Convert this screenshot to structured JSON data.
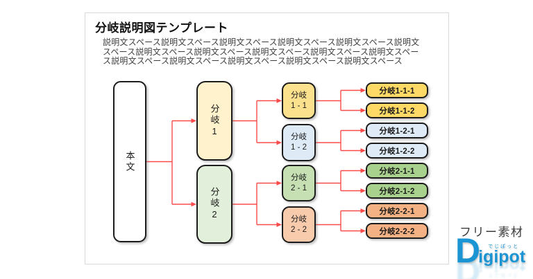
{
  "page": {
    "title": "分岐説明図テンプレート",
    "description_lines": [
      "説明文スペース説明文スペース説明文スペース説明文スペース説明文スペース説明文",
      "スペース説明文スペース説明文スペース説明文スペース説明文スペース説明文スペー",
      "ス説明文スペース説明文スペース説明文スペース説明文スペース説明文スペース"
    ]
  },
  "diagram": {
    "root": {
      "label": "本文",
      "fill": "#ffffff"
    },
    "level1": [
      {
        "label": "分岐1",
        "fill": "#FFF2CC"
      },
      {
        "label": "分岐2",
        "fill": "#E2EFDA"
      }
    ],
    "level2": [
      {
        "line1": "分岐",
        "line2": "1 - 1",
        "fill": "#FBE08E"
      },
      {
        "line1": "分岐",
        "line2": "1 - 2",
        "fill": "#DEEAF6"
      },
      {
        "line1": "分岐",
        "line2": "2 - 1",
        "fill": "#C6E0B4"
      },
      {
        "line1": "分岐",
        "line2": "2 - 2",
        "fill": "#F8CBAD"
      }
    ],
    "leaves": [
      {
        "label": "分岐1-1-1",
        "fill": "#FFD966"
      },
      {
        "label": "分岐1-1-2",
        "fill": "#FFD966"
      },
      {
        "label": "分岐1-2-1",
        "fill": "#DEEAF6"
      },
      {
        "label": "分岐1-2-2",
        "fill": "#DEEAF6"
      },
      {
        "label": "分岐2-1-1",
        "fill": "#A9D18E"
      },
      {
        "label": "分岐2-1-2",
        "fill": "#A9D18E"
      },
      {
        "label": "分岐2-2-1",
        "fill": "#F4B183"
      },
      {
        "label": "分岐2-2-2",
        "fill": "#F4B183"
      }
    ]
  },
  "footer": {
    "free_label": "フリー素材",
    "logo": {
      "initial": "D",
      "rest": "igipot",
      "ruby": "でじぽっと"
    }
  },
  "theme": {
    "connector": "#fa4b4b",
    "node-border": "#1c1c1c",
    "panel-border": "#d9d9d9",
    "logo-blue": "#1b95d4"
  }
}
